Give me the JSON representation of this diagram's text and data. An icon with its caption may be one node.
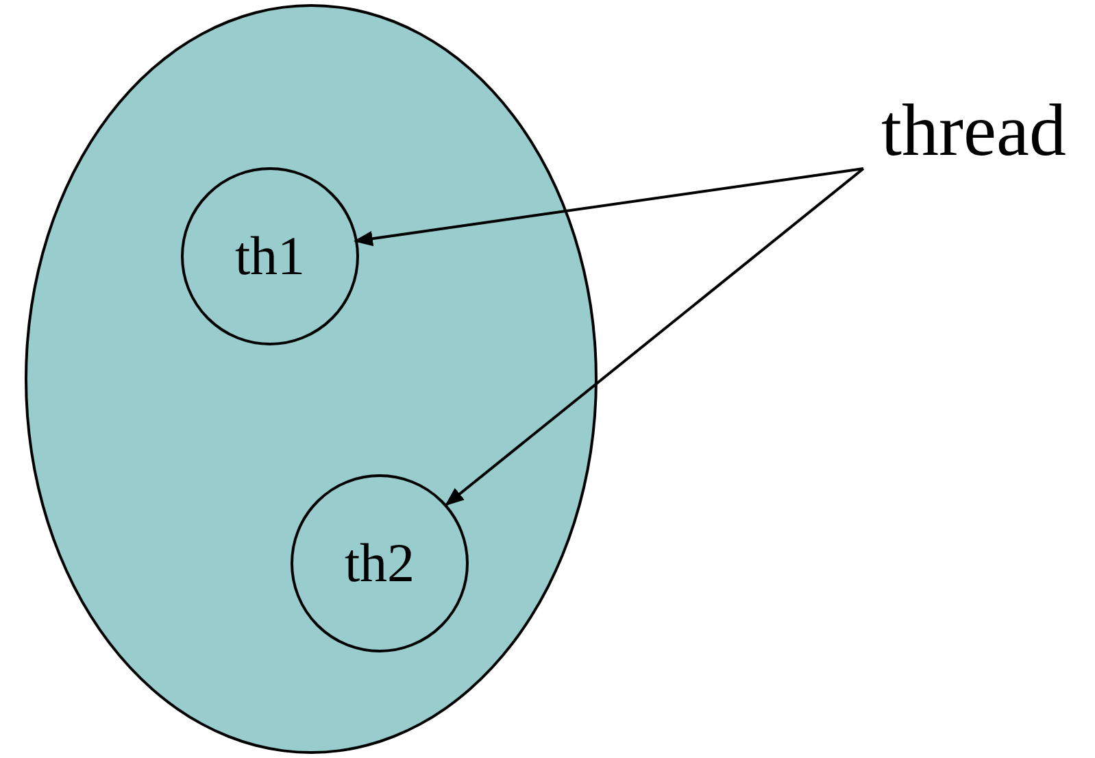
{
  "diagram": {
    "nodes": [
      {
        "text": [],
        "shape": "ellipse"
      },
      {
        "text": [
          "th1"
        ],
        "in": 0
      },
      {
        "text": [
          "th2"
        ],
        "in": 0
      },
      {
        "text": [
          "thread"
        ]
      }
    ],
    "edges": [
      {
        "from": 3,
        "to": 1,
        "arrow": "to"
      },
      {
        "from": 3,
        "to": 2,
        "arrow": "to"
      }
    ]
  }
}
